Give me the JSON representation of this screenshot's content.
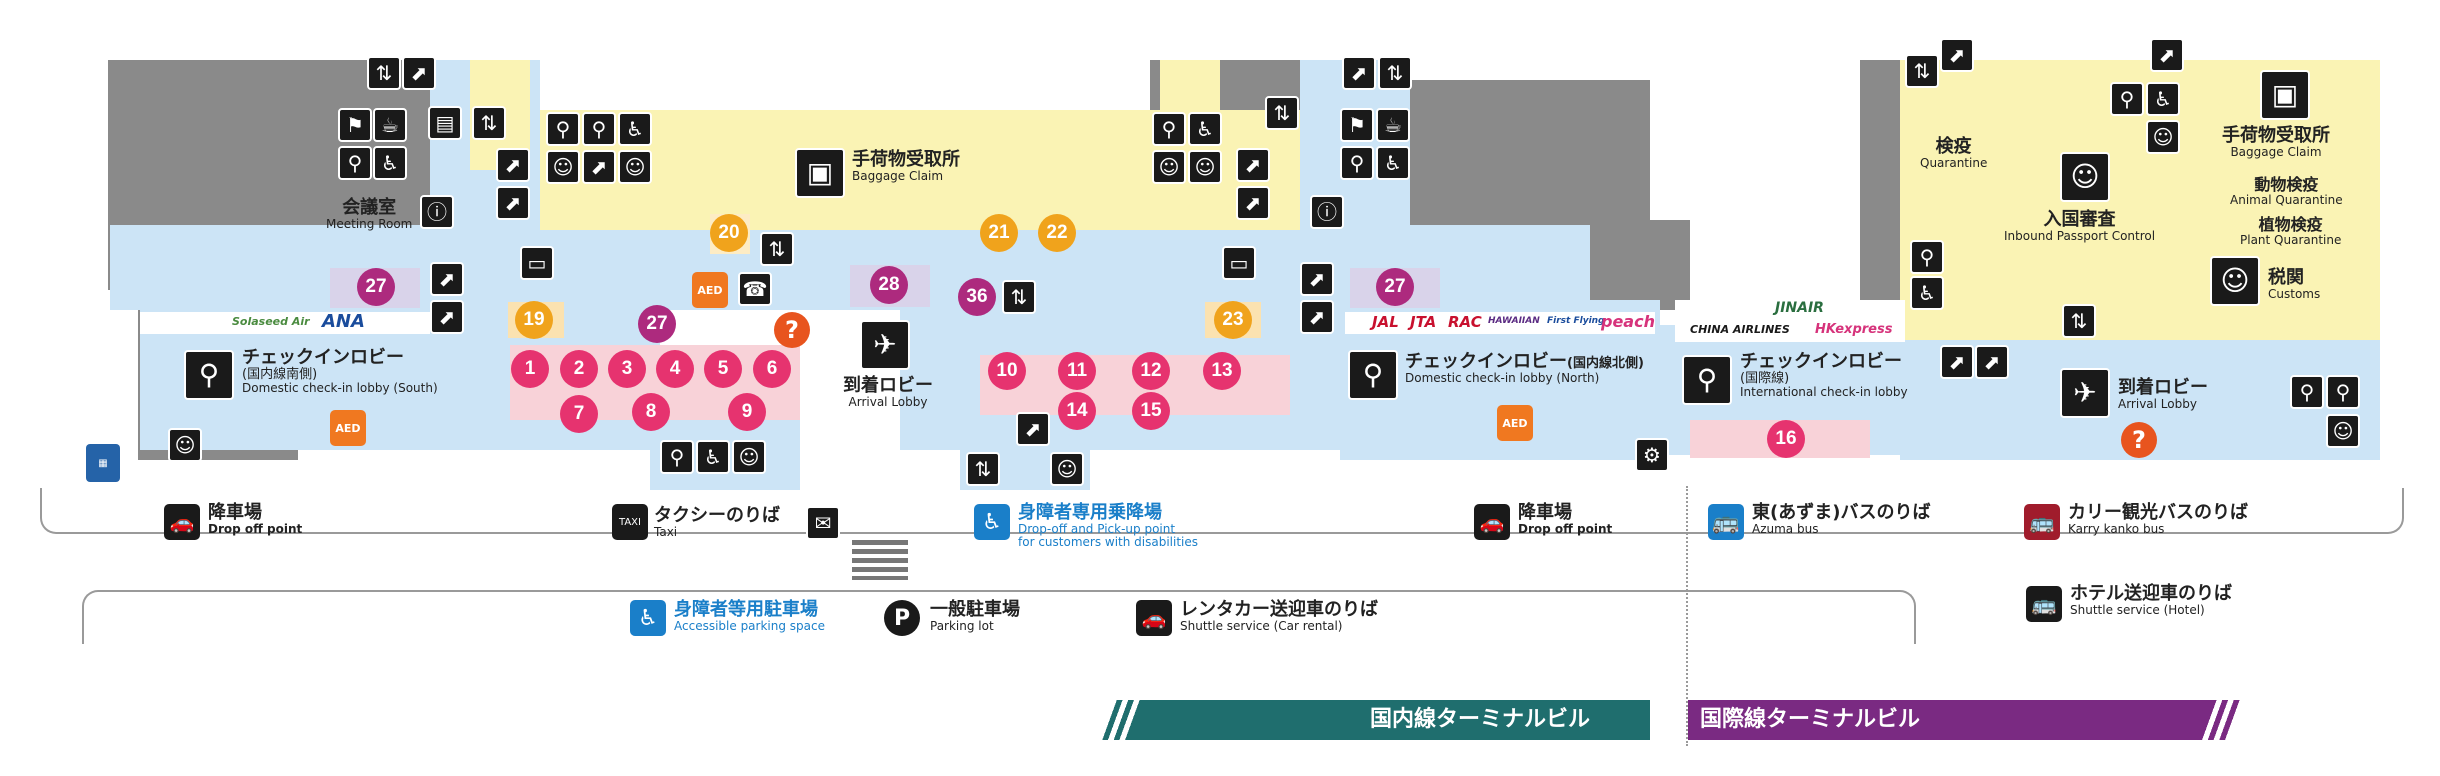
{
  "baggage_claim": {
    "jp": "手荷物受取所",
    "en": "Baggage Claim"
  },
  "meeting_room": {
    "jp": "会議室",
    "en": "Meeting Room"
  },
  "checkin_south": {
    "jp": "チェックインロビー",
    "sub": "(国内線南側)",
    "en": "Domestic check-in lobby (South)"
  },
  "checkin_north": {
    "jp": "チェックインロビー",
    "sub": "(国内線北側)",
    "en": "Domestic check-in lobby (North)"
  },
  "checkin_intl": {
    "jp": "チェックインロビー",
    "sub": "(国際線)",
    "en": "International check-in lobby"
  },
  "arrival_dom": {
    "jp": "到着ロビー",
    "en": "Arrival Lobby"
  },
  "arrival_intl": {
    "jp": "到着ロビー",
    "en": "Arrival Lobby"
  },
  "quarantine": {
    "jp": "検疫",
    "en": "Quarantine"
  },
  "passport": {
    "jp": "入国審査",
    "en": "Inbound Passport Control"
  },
  "animal_q": {
    "jp": "動物検疫",
    "en": "Animal Quarantine"
  },
  "plant_q": {
    "jp": "植物検疫",
    "en": "Plant Quarantine"
  },
  "customs": {
    "jp": "税関",
    "en": "Customs"
  },
  "intl_baggage": {
    "jp": "手荷物受取所",
    "en": "Baggage Claim"
  },
  "dropoff_1": {
    "jp": "降車場",
    "en": "Drop off point"
  },
  "dropoff_2": {
    "jp": "降車場",
    "en": "Drop off point"
  },
  "taxi": {
    "jp": "タクシーのりば",
    "en": "Taxi",
    "icon_text": "TAXI"
  },
  "disabled_pickup": {
    "jp": "身障者専用乗降場",
    "en1": "Drop-off and Pick-up point",
    "en2": "for customers with disabilities"
  },
  "azuma_bus": {
    "jp": "東(あずま)バスのりば",
    "en": "Azuma bus"
  },
  "karry_bus": {
    "jp": "カリー観光バスのりば",
    "en": "Karry kanko bus"
  },
  "hotel_shuttle": {
    "jp": "ホテル送迎車のりば",
    "en": "Shuttle service (Hotel)"
  },
  "accessible_parking": {
    "jp": "身障者等用駐車場",
    "en": "Accessible parking space"
  },
  "parking_lot": {
    "jp": "一般駐車場",
    "en": "Parking lot",
    "icon_text": "P"
  },
  "rental_car": {
    "jp": "レンタカー送迎車のりば",
    "en": "Shuttle service (Car rental)"
  },
  "domestic_terminal": "国内線ターミナルビル",
  "intl_terminal": "国際線ターミナルビル",
  "airlines": {
    "solaseed": "Solaseed Air",
    "ana": "ANA",
    "jal": "JAL",
    "jta": "JTA",
    "rac": "RAC",
    "hawaiian": "HAWAIIAN",
    "firstflying": "First Flying",
    "peach": "peach",
    "china": "CHINA AIRLINES",
    "jinair": "JINAIR",
    "hk": "HKexpress"
  },
  "aed_label": "AED",
  "markers": {
    "m1": "1",
    "m2": "2",
    "m3": "3",
    "m4": "4",
    "m5": "5",
    "m6": "6",
    "m7": "7",
    "m8": "8",
    "m9": "9",
    "m10": "10",
    "m11": "11",
    "m12": "12",
    "m13": "13",
    "m14": "14",
    "m15": "15",
    "m16": "16",
    "m19": "19",
    "m20": "20",
    "m21": "21",
    "m22": "22",
    "m23": "23",
    "m27a": "27",
    "m27b": "27",
    "m27c": "27",
    "m28": "28",
    "m36": "36"
  },
  "colors": {
    "pink": "#e6336f",
    "purple": "#ad2a7e",
    "orange": "#f0a31c",
    "domestic_band": "#1f6e6e",
    "intl_band": "#7a2a82",
    "lobby": "#cce4f6",
    "baggage": "#faf3b4"
  }
}
